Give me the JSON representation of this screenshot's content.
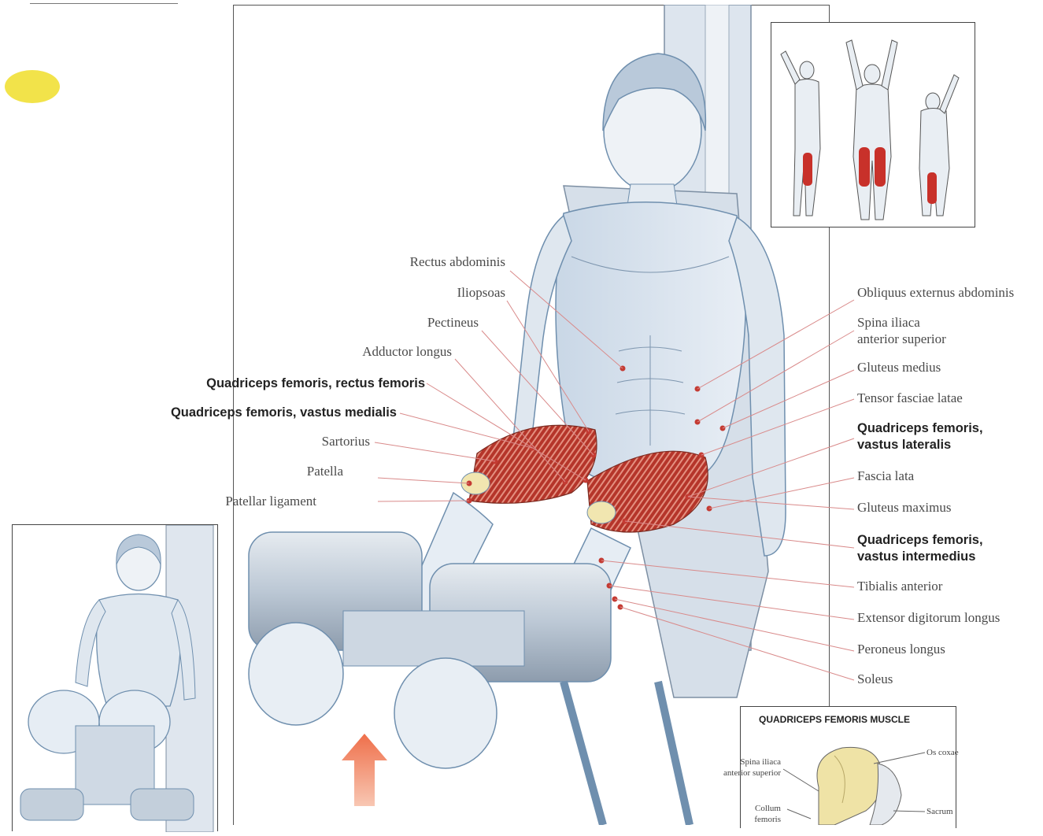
{
  "inset_title": "QUADRICEPS FEMORIS MUSCLE",
  "left_labels": [
    {
      "id": "rectus-abdominis",
      "text": "Rectus abdominis",
      "bold": false
    },
    {
      "id": "iliopsoas",
      "text": "Iliopsoas",
      "bold": false
    },
    {
      "id": "pectineus",
      "text": "Pectineus",
      "bold": false
    },
    {
      "id": "adductor-longus",
      "text": "Adductor longus",
      "bold": false
    },
    {
      "id": "quadriceps-rectus-femoris",
      "text": "Quadriceps femoris, rectus femoris",
      "bold": true
    },
    {
      "id": "quadriceps-vastus-medialis",
      "text": "Quadriceps femoris, vastus medialis",
      "bold": true
    },
    {
      "id": "sartorius",
      "text": "Sartorius",
      "bold": false
    },
    {
      "id": "patella",
      "text": "Patella",
      "bold": false
    },
    {
      "id": "patellar-ligament",
      "text": "Patellar ligament",
      "bold": false
    }
  ],
  "right_labels": [
    {
      "id": "obliquus-externus",
      "text": "Obliquus externus abdominis",
      "bold": false
    },
    {
      "id": "spina-iliaca-1",
      "text": "Spina iliaca",
      "bold": false
    },
    {
      "id": "spina-iliaca-2",
      "text": "anterior superior",
      "bold": false
    },
    {
      "id": "gluteus-medius",
      "text": "Gluteus medius",
      "bold": false
    },
    {
      "id": "tensor-fasciae-latae",
      "text": "Tensor fasciae latae",
      "bold": false
    },
    {
      "id": "vastus-lateralis-1",
      "text": "Quadriceps femoris,",
      "bold": true
    },
    {
      "id": "vastus-lateralis-2",
      "text": "vastus lateralis",
      "bold": true
    },
    {
      "id": "fascia-lata",
      "text": "Fascia lata",
      "bold": false
    },
    {
      "id": "gluteus-maximus",
      "text": "Gluteus maximus",
      "bold": false
    },
    {
      "id": "vastus-intermedius-1",
      "text": "Quadriceps femoris,",
      "bold": true
    },
    {
      "id": "vastus-intermedius-2",
      "text": "vastus intermedius",
      "bold": true
    },
    {
      "id": "tibialis-anterior",
      "text": "Tibialis anterior",
      "bold": false
    },
    {
      "id": "extensor-digitorum-longus",
      "text": "Extensor digitorum longus",
      "bold": false
    },
    {
      "id": "peroneus-longus",
      "text": "Peroneus longus",
      "bold": false
    },
    {
      "id": "soleus",
      "text": "Soleus",
      "bold": false
    }
  ],
  "inset_labels": {
    "spina_iliaca_1": "Spina iliaca",
    "spina_iliaca_2": "anterior superior",
    "os_coxae": "Os coxae",
    "collum_1": "Collum",
    "collum_2": "femoris",
    "sacrum": "Sacrum"
  },
  "colors": {
    "muscle_red": "#b5352a",
    "sketch_blue": "#6f8fae",
    "leader_red": "#d98a8a",
    "marker_yellow": "#f2e34a",
    "arrow_orange": "#ef6f4a"
  }
}
